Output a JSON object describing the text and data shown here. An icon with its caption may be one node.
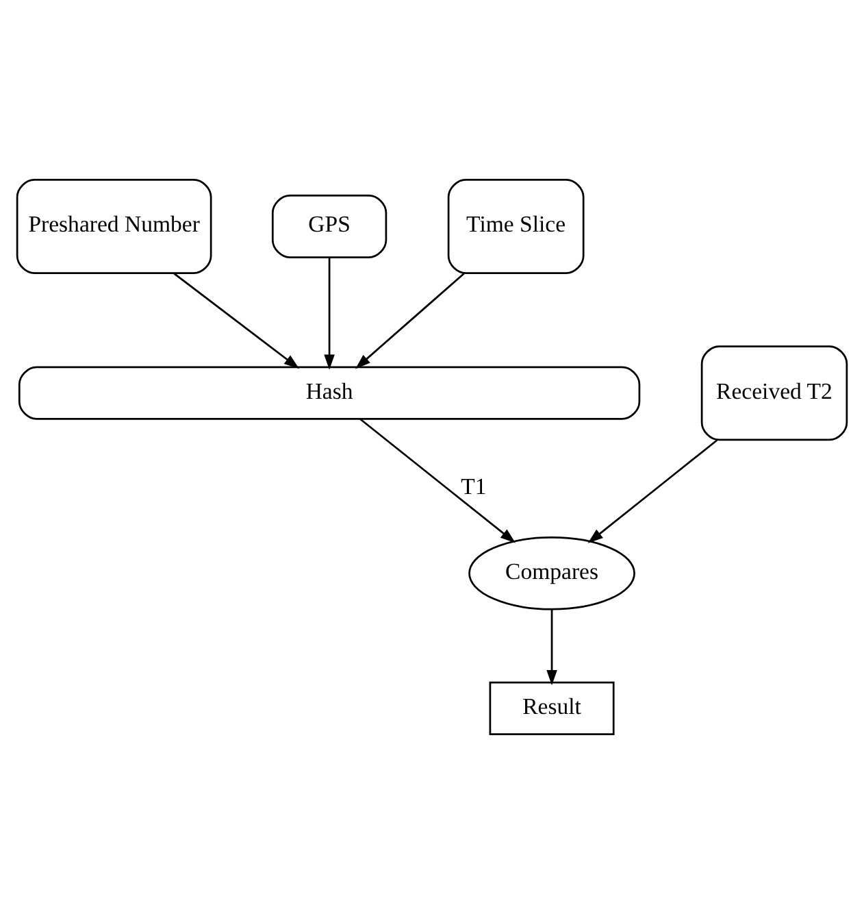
{
  "diagram": {
    "nodes": [
      {
        "text": [
          "Preshared Number"
        ]
      },
      {
        "text": [
          "GPS"
        ]
      },
      {
        "text": [
          "Time Slice"
        ]
      },
      {
        "text": [
          "Hash"
        ]
      },
      {
        "text": [
          "Received T2"
        ]
      },
      {
        "text": [
          "Compares"
        ]
      },
      {
        "text": [
          "Result"
        ]
      }
    ],
    "edges": [
      {
        "from": 0,
        "to": 3,
        "arrow": "to"
      },
      {
        "from": 1,
        "to": 3,
        "arrow": "to"
      },
      {
        "from": 2,
        "to": 3,
        "arrow": "to"
      },
      {
        "from": 3,
        "to": 5,
        "arrow": "to",
        "label": "T1"
      },
      {
        "from": 4,
        "to": 5,
        "arrow": "to"
      },
      {
        "from": 5,
        "to": 6,
        "arrow": "to"
      }
    ]
  }
}
